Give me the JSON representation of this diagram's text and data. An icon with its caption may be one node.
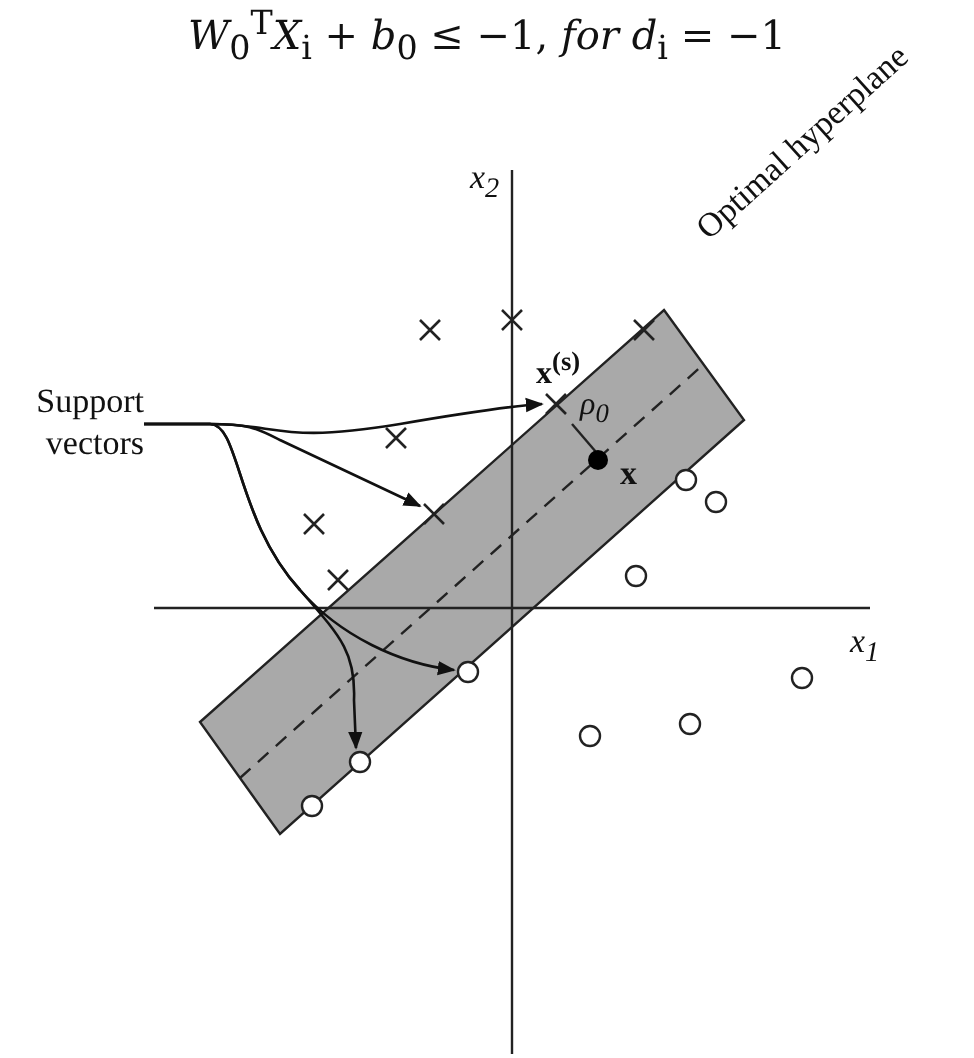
{
  "diagram": {
    "title": "*W*$_{0}$$^{T}$*X*$_{i}$ + *b*$_{0}$ ≤ −1, *for d*$_{i}$ = −1",
    "nodes": [
      {
        "text": [
          "Support vectors"
        ]
      },
      {
        "text": [],
        "shape": "cross"
      },
      {
        "text": [],
        "shape": "cross"
      },
      {
        "text": [],
        "shape": "cross"
      },
      {
        "text": [],
        "shape": "cross"
      },
      {
        "text": [],
        "shape": "cross"
      },
      {
        "text": [],
        "shape": "dot"
      },
      {
        "text": [],
        "shape": "circle"
      },
      {
        "text": [],
        "shape": "circle"
      },
      {
        "text": [],
        "shape": "cross"
      },
      {
        "text": [],
        "shape": "cross"
      },
      {
        "text": [],
        "shape": "circle"
      },
      {
        "text": [],
        "shape": "cross"
      },
      {
        "text": [],
        "shape": "circle"
      },
      {
        "text": [],
        "shape": "circle"
      },
      {
        "text": [],
        "shape": "circle"
      },
      {
        "text": [],
        "shape": "circle"
      },
      {
        "text": [],
        "shape": "circle"
      },
      {
        "text": [],
        "shape": "circle"
      }
    ],
    "edges": [
      {
        "from": 0,
        "to": 4,
        "arrow": "to"
      },
      {
        "from": 0,
        "to": 9,
        "arrow": "to"
      },
      {
        "from": 0,
        "to": 13,
        "arrow": "to"
      },
      {
        "from": 0,
        "to": 17,
        "arrow": "to"
      }
    ],
    "labels": [
      "x$_{2}$",
      "Optimal hyperplane",
      "x$^{(s)}$",
      "ρ$_{0}$",
      "x",
      "x$_{1}$"
    ]
  }
}
